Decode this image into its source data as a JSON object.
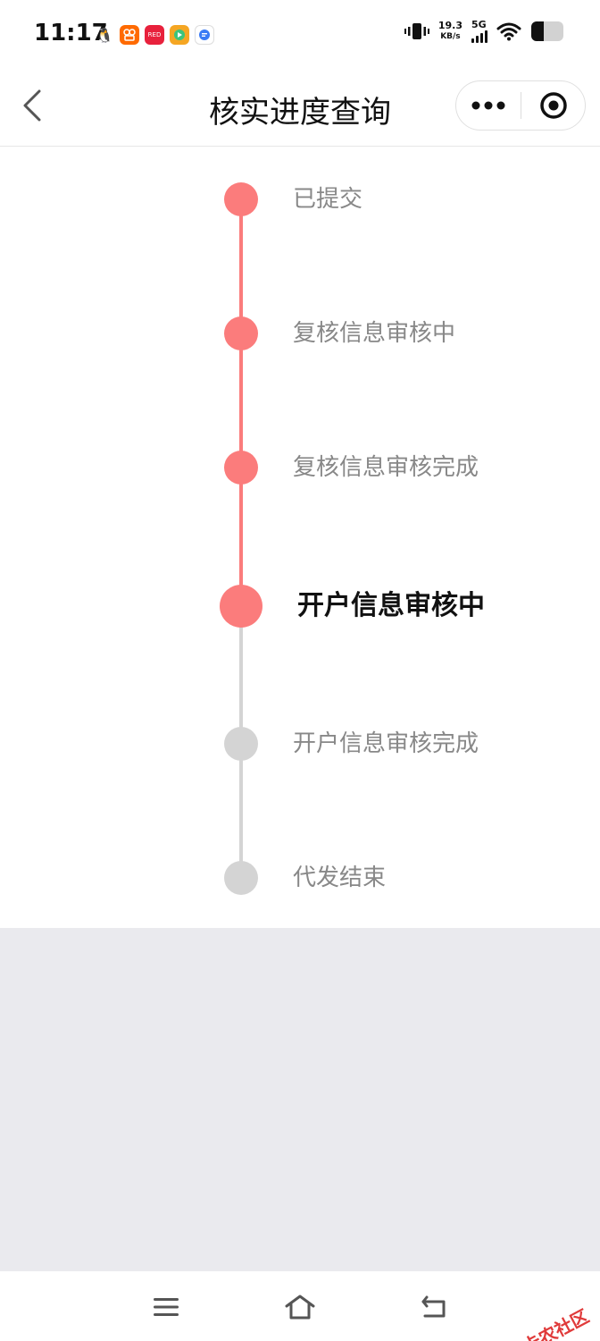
{
  "status_bar": {
    "time": "11:17",
    "app_icons": [
      {
        "name": "qq-icon",
        "color": "#ffffff",
        "glyph": "🐧"
      },
      {
        "name": "kuaishou-icon",
        "color": "#ff6a00",
        "glyph": "88"
      },
      {
        "name": "xiaohongshu-icon",
        "color": "#e8213c",
        "glyph": "小红书"
      },
      {
        "name": "video-app-icon",
        "color": "#f5a623",
        "glyph": "▶"
      },
      {
        "name": "message-app-icon",
        "color": "#3b7cf5",
        "glyph": "≡"
      }
    ],
    "net_speed_value": "19.3",
    "net_speed_unit": "KB/s",
    "network_type": "5G"
  },
  "nav": {
    "title": "核实进度查询"
  },
  "timeline": {
    "active_color": "#fb7c7c",
    "inactive_color": "#d4d4d4",
    "steps": [
      {
        "label": "已提交",
        "state": "done"
      },
      {
        "label": "复核信息审核中",
        "state": "done"
      },
      {
        "label": "复核信息审核完成",
        "state": "done"
      },
      {
        "label": "开户信息审核中",
        "state": "current"
      },
      {
        "label": "开户信息审核完成",
        "state": "pending"
      },
      {
        "label": "代发结束",
        "state": "pending"
      }
    ]
  },
  "watermark": {
    "text": "卡农社区"
  }
}
